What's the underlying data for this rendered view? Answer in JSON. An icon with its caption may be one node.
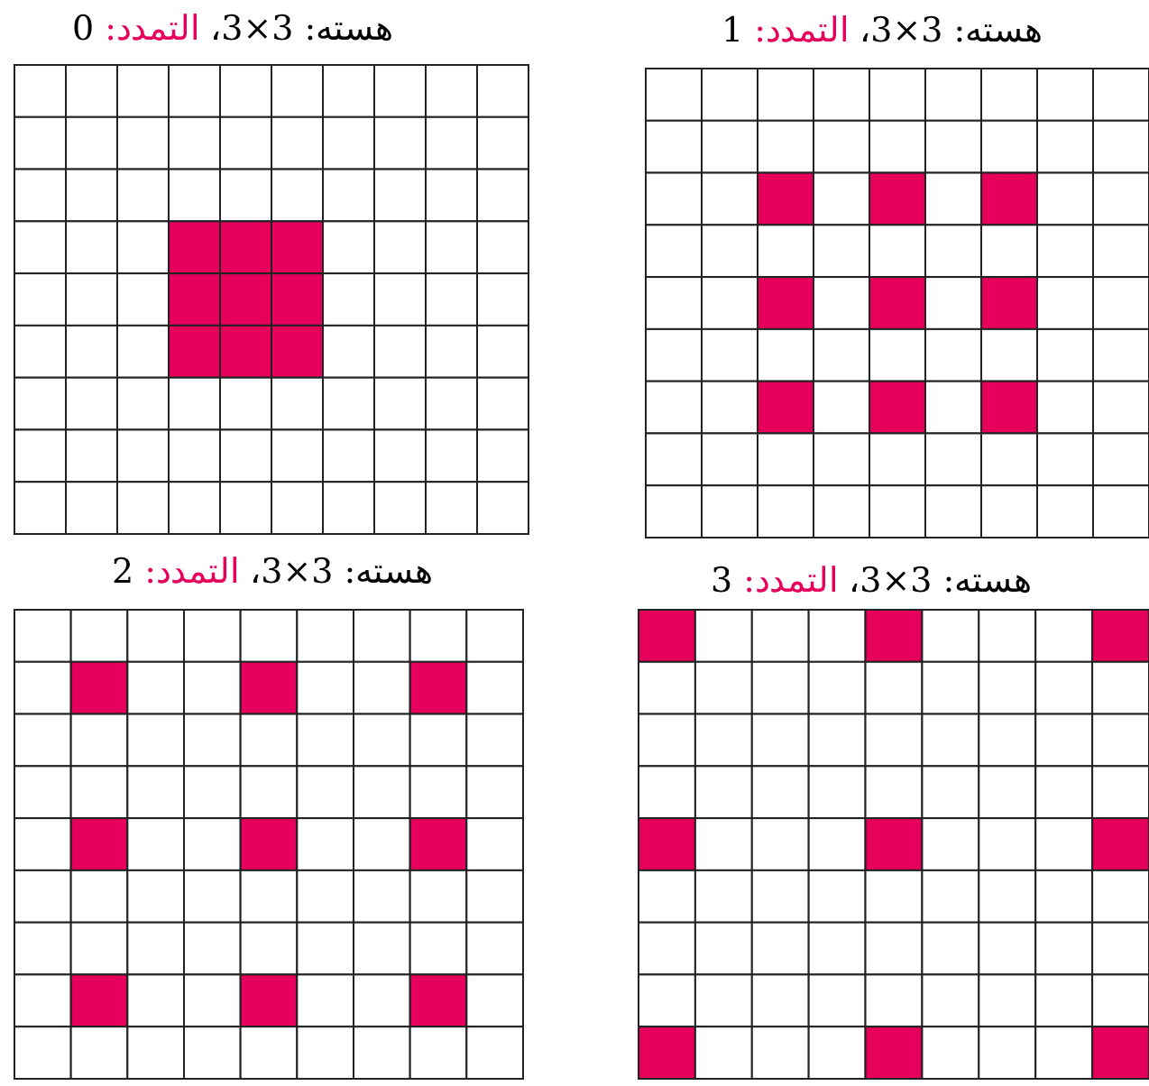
{
  "diagram": {
    "labels": [
      "هسته: 3×3، التمدد: 0",
      "هسته: 3×3، التمدد: 1",
      "هسته: 3×3، التمدد: 2",
      "هسته: 3×3، التمدد: 3"
    ]
  }
}
